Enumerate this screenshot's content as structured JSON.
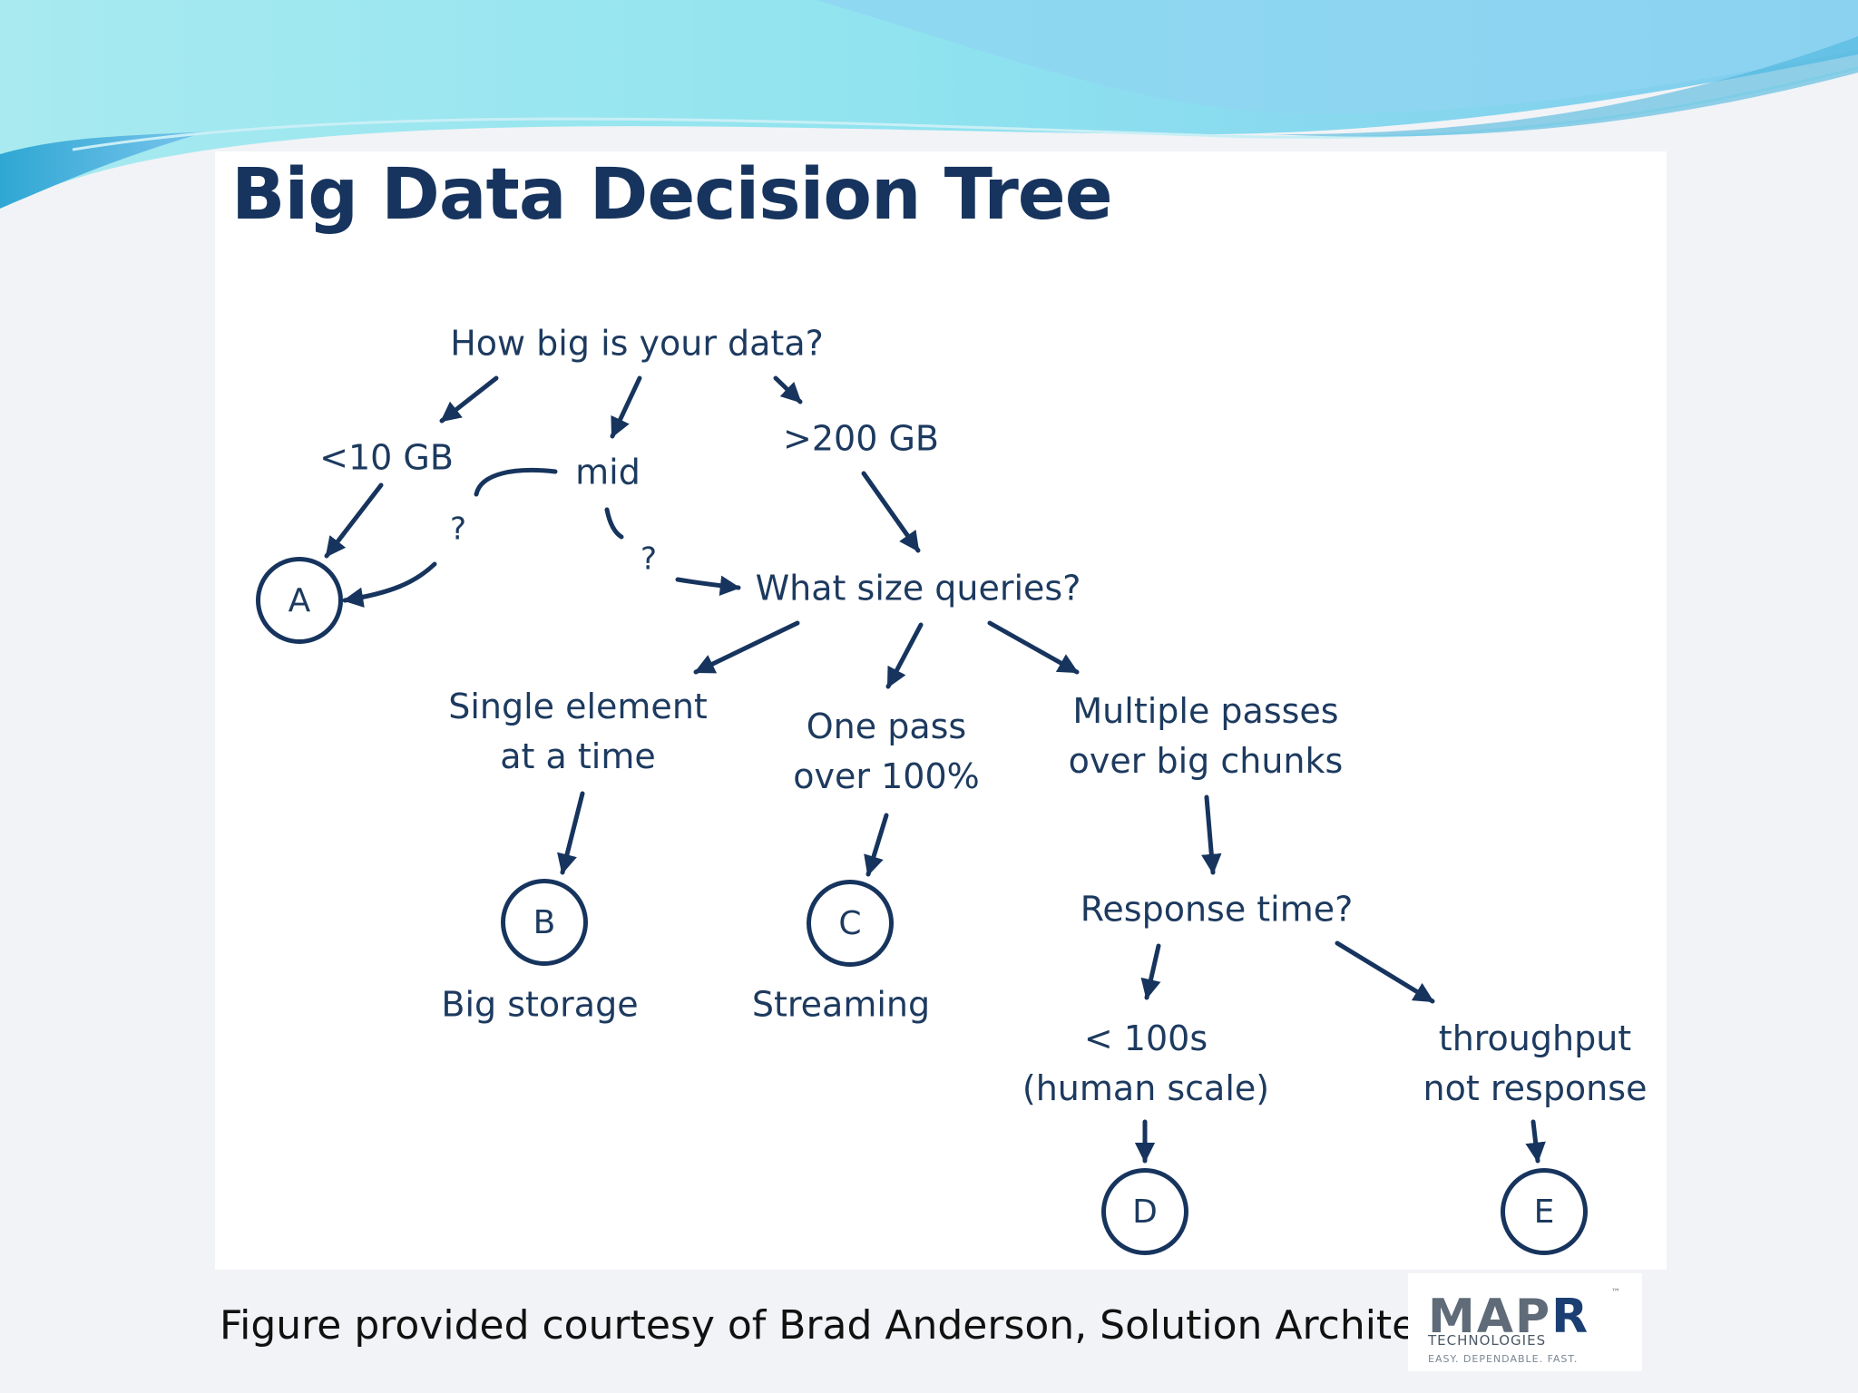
{
  "slide": {
    "title": "Big Data Decision Tree",
    "caption": "Figure provided courtesy of Brad Anderson, Solution Architect,"
  },
  "diagram": {
    "root": "How big is your data?",
    "small": "<10 GB",
    "mid": "mid",
    "large": ">200 GB",
    "q1": "?",
    "q2": "?",
    "queries": "What size queries?",
    "single": [
      "Single element",
      "at a time"
    ],
    "onepass": [
      "One pass",
      "over 100%"
    ],
    "multi": [
      "Multiple passes",
      "over big chunks"
    ],
    "response": "Response time?",
    "fast": [
      "< 100s",
      "(human scale)"
    ],
    "throughput": [
      "throughput",
      "not response"
    ],
    "nodes": {
      "a": "A",
      "b": "B",
      "c": "C",
      "d": "D",
      "e": "E"
    },
    "node_labels": {
      "b": "Big storage",
      "c": "Streaming"
    }
  },
  "logo": {
    "wordmark_main": "MAP",
    "wordmark_accent": "R",
    "trademark": "™",
    "subtitle": "TECHNOLOGIES",
    "tagline": "EASY. DEPENDABLE. FAST."
  },
  "colors": {
    "ink": "#16345d",
    "text": "#1d3a5f",
    "banner_light": "#b6ecf3",
    "banner_mid": "#5cc8e3",
    "banner_dark": "#1f8fc7"
  }
}
